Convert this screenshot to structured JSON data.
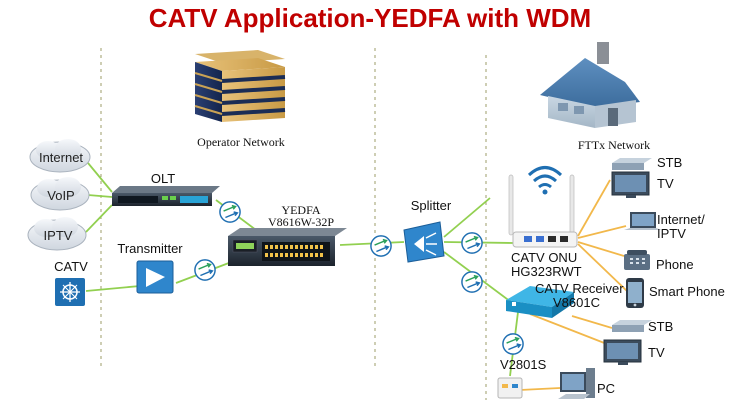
{
  "title": "CATV Application-YEDFA with WDM",
  "colors": {
    "title": "#c00000",
    "fiber": "#92d050",
    "coax": "#f2b84b",
    "network": "#1f6fb2",
    "divider": "#9c9c6a"
  },
  "sections": {
    "operator": "Operator Network",
    "ftth": "FTTx Network"
  },
  "clouds": [
    "Internet",
    "VoIP",
    "IPTV"
  ],
  "catv_source": "CATV",
  "devices": {
    "olt": "OLT",
    "transmitter": "Transmitter",
    "yedfa": "YEDFA",
    "yedfa_model": "V8616W-32P",
    "splitter": "Splitter",
    "onu": "CATV ONU",
    "onu_model": "HG323RWT",
    "receiver": "CATV Receiver",
    "receiver_model": "V8601C",
    "coupler": "V2801S"
  },
  "endpoints": {
    "stb_top": "STB",
    "tv_top": "TV",
    "internet_iptv_line1": "Internet/",
    "internet_iptv_line2": "IPTV",
    "phone": "Phone",
    "smartphone": "Smart Phone",
    "stb_bottom": "STB",
    "tv_bottom": "TV",
    "pc": "PC"
  },
  "icons": {
    "coupler": "fiber-coupler-icon",
    "building": "office-building-icon",
    "house": "house-icon",
    "wifi": "wifi-icon",
    "catv_source": "catv-source-icon"
  }
}
